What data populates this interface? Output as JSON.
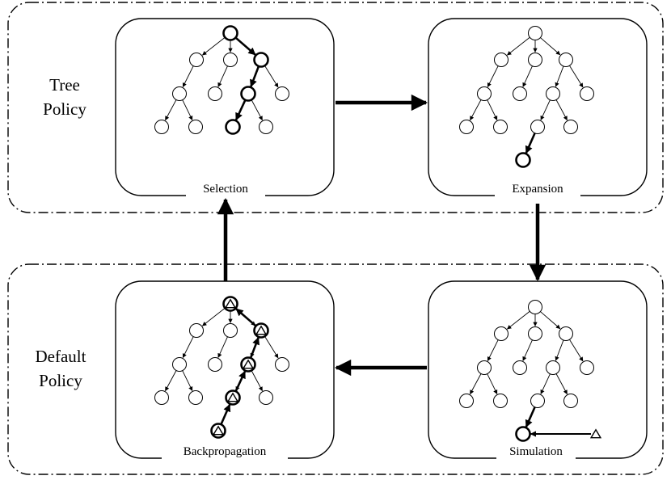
{
  "groups": {
    "tree_policy": {
      "label_line1": "Tree",
      "label_line2": "Policy"
    },
    "default_policy": {
      "label_line1": "Default",
      "label_line2": "Policy"
    }
  },
  "panels": {
    "selection": {
      "label": "Selection"
    },
    "expansion": {
      "label": "Expansion"
    },
    "simulation": {
      "label": "Simulation"
    },
    "backpropagation": {
      "label": "Backpropagation"
    }
  }
}
